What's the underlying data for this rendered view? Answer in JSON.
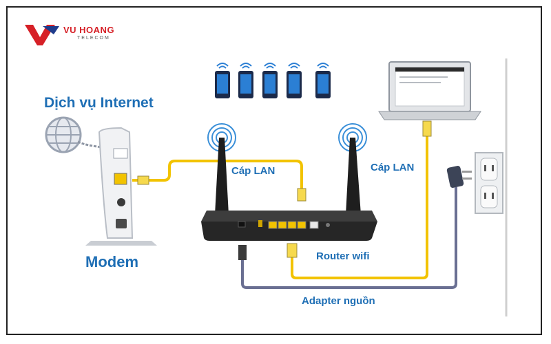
{
  "logo": {
    "name": "VU HOANG",
    "sub": "TELECOM"
  },
  "labels": {
    "internet": "Dịch vụ Internet",
    "modem": "Modem",
    "lan_left": "Cáp LAN",
    "lan_right": "Cáp LAN",
    "router": "Router wifi",
    "adapter": "Adapter nguồn"
  },
  "colors": {
    "label": "#1f6fb5",
    "lan_cable": "#f2c300",
    "power_cable": "#6a6f92",
    "brand": "#d62027"
  },
  "phones_count": 5
}
